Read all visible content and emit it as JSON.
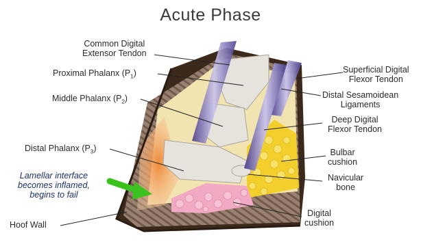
{
  "title": "Acute Phase",
  "labels": {
    "common_extensor_l1": "Common Digital",
    "common_extensor_l2": "Extensor Tendon",
    "proximal_phalanx": "Proximal Phalanx (P",
    "proximal_sub": "1",
    "middle_phalanx": "Middle Phalanx (P",
    "middle_sub": "2",
    "distal_phalanx": "Distal Phalanx (P",
    "distal_sub": "3",
    "lamellar_l1": "Lamellar interface",
    "lamellar_l2": "becomes inflamed,",
    "lamellar_l3": "begins to fail",
    "hoof_wall": "Hoof Wall",
    "superficial_l1": "Superficial Digital",
    "superficial_l2": "Flexor Tendon",
    "sesamoidean_l1": "Distal Sesamoidean",
    "sesamoidean_l2": "Ligaments",
    "deep_l1": "Deep Digital",
    "deep_l2": "Flexor Tendon",
    "bulbar_l1": "Bulbar",
    "bulbar_l2": "cushion",
    "navicular_l1": "Navicular",
    "navicular_l2": "bone",
    "digital_l1": "Digital",
    "digital_l2": "cushion",
    "close_paren": ")"
  },
  "colors": {
    "hoof_wall": "#3b2a1c",
    "wall_stripes": "#8a7060",
    "bone": "#e6e3dc",
    "tendon": "#6a5fa8",
    "bulbar_fat": "#f2cf2a",
    "digital_cushion": "#f2a9c4",
    "inflamed": "#e8813a",
    "arrow": "#3cc21f",
    "sole_tan": "#f2e4b0"
  }
}
